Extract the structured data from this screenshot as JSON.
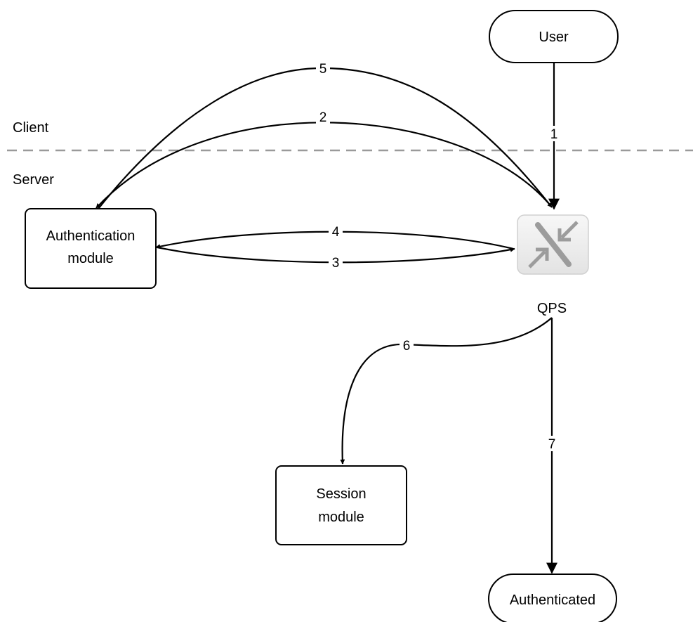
{
  "zones": {
    "client": "Client",
    "server": "Server"
  },
  "nodes": {
    "user": "User",
    "auth_line1": "Authentication",
    "auth_line2": "module",
    "qps": "QPS",
    "session_line1": "Session",
    "session_line2": "module",
    "authenticated": "Authenticated"
  },
  "qps_icon": "qps-proxy-icon",
  "edges": [
    {
      "label": "1",
      "from": "User",
      "to": "QPS"
    },
    {
      "label": "2",
      "from": "QPS",
      "to": "Authentication module"
    },
    {
      "label": "3",
      "from": "Authentication module",
      "to": "QPS"
    },
    {
      "label": "4",
      "from": "QPS",
      "to": "Authentication module"
    },
    {
      "label": "5",
      "from": "Authentication module",
      "to": "QPS"
    },
    {
      "label": "6",
      "from": "QPS",
      "to": "Session module"
    },
    {
      "label": "7",
      "from": "QPS",
      "to": "Authenticated"
    }
  ],
  "colors": {
    "line": "#000000",
    "divider": "#9a9a9a",
    "icon_bg": "#eeeeee",
    "icon_glyph": "#9c9c9c"
  }
}
